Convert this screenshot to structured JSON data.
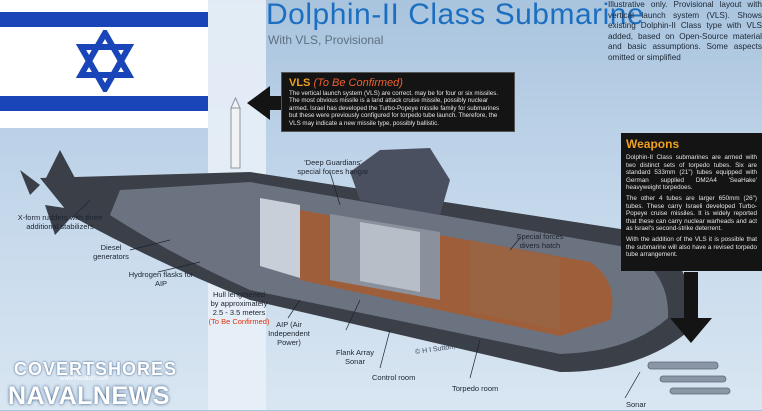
{
  "header": {
    "title": "Dolphin-II Class Submarine",
    "subtitle": "With VLS, Provisional",
    "note": "Illustrative only. Provisional layout with vertical launch system (VLS). Shows existing Dolphin-II Class type with VLS added, based on Open-Source material and basic assumptions. Some aspects omitted or simplified"
  },
  "vls_box": {
    "heading": "VLS",
    "confirm": "(To Be Confirmed)",
    "body": "The vertical launch system (VLS) are correct. may be for four or six missiles. The most obvious missile is a land attack cruise missile, possibly nuclear armed. Israel has developed the Turbo-Popeye missile family for submarines but these were previously configured for torpedo tube launch. Therefore, the VLS may indicate a new missile type, possibly ballistic."
  },
  "weapons_box": {
    "heading": "Weapons",
    "p1": "Dolphin-II Class submarines are armed with two distinct sets of torpedo tubes. Six are standard 533mm (21\") tubes equipped with German supplied DM2A4 'SeaHake' heavyweight torpedoes.",
    "p2": "The other 4 tubes are larger 650mm (26\") tubes. These carry Israeli developed Turbo-Popeye cruise missiles. It is widely reported that these can carry nuclear warheads and act as Israel's second-strike deterrent.",
    "p3": "With the addition of the VLS it is possible that the submarine will also have a revised torpedo tube arrangement."
  },
  "labels": {
    "rudders": "X-form rudders with three additional stabilizers",
    "diesel": "Diesel generators",
    "hydrogen": "Hydrogen flasks for AIP",
    "hull": "Hull lengthened by approximately 2.5 - 3.5 meters",
    "hull_confirm": "(To Be Confirmed)",
    "aip": "AIP (Air Independent Power)",
    "deep_guardians": "'Deep Guardians' special forces hangar",
    "divers_hatch": "Special forces divers hatch",
    "flank_array": "Flank Array Sonar",
    "control_room": "Control room",
    "torpedo_room": "Torpedo room",
    "sonar": "Sonar"
  },
  "credits": {
    "copyright": "© H I Sutton, 2021",
    "watermark1": "COVERTSHORES",
    "watermark1_sub": "www.hisutton.com",
    "watermark2": "NAVALNEWS"
  },
  "colors": {
    "flag_blue": "#1a45b8",
    "title_blue": "#1c6fc0",
    "accent_orange": "#f0a020",
    "confirm_red": "#e03010",
    "hull_dark": "#2b2f36",
    "interior_copper": "#a85a2e"
  }
}
